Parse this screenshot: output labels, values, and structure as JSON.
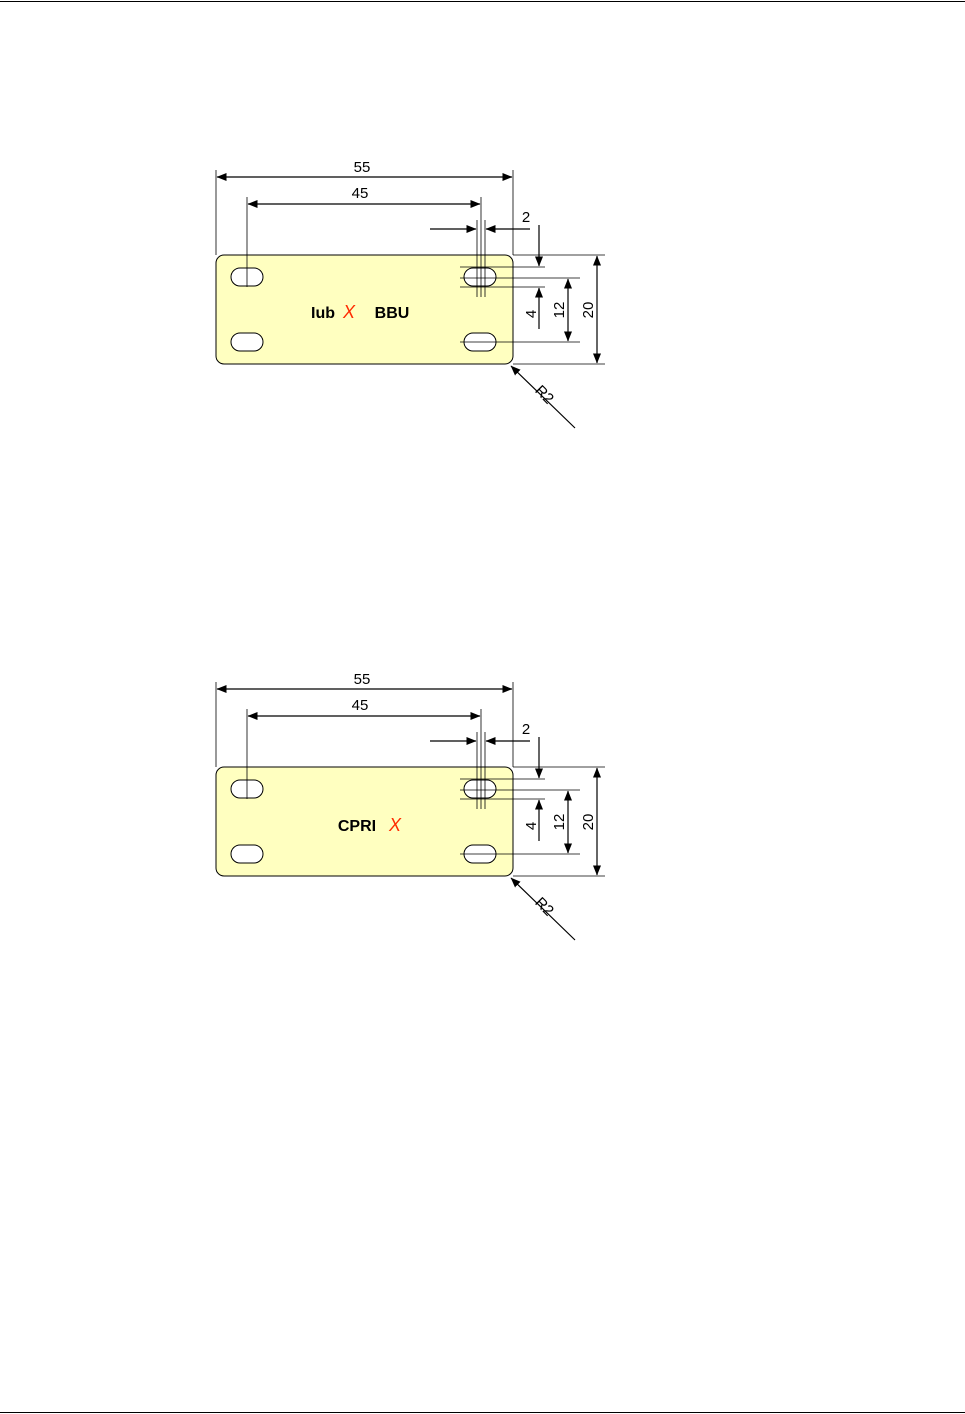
{
  "labels": [
    {
      "text_before": "Iub",
      "marker": "X",
      "text_after": "BBU"
    },
    {
      "text_before": "CPRI",
      "marker": "X",
      "text_after": ""
    }
  ],
  "dimensions": {
    "overall_width": "55",
    "hole_spacing": "45",
    "slot_width": "2",
    "slot_height": "4",
    "hole_pitch": "12",
    "overall_height": "20",
    "corner_radius": "R2"
  },
  "colors": {
    "plate_fill": "#ffffc0",
    "marker": "#ff2a00"
  }
}
